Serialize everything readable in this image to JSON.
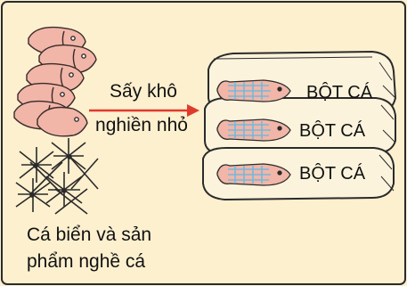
{
  "process": {
    "line1": "Sấy khô",
    "line2": "nghiền nhỏ"
  },
  "source": {
    "line1": "Cá biển và sản",
    "line2": "phẩm nghề cá"
  },
  "bags": [
    {
      "label": "BỘT CÁ"
    },
    {
      "label": "BỘT CÁ"
    },
    {
      "label": "BỘT CÁ"
    }
  ],
  "colors": {
    "background": "#fdf0cf",
    "border": "#2b2b2b",
    "arrow": "#e03a2c",
    "fish_body": "#f1b6a8",
    "bag_fill": "#fbf3dc",
    "fish_in_bag_blue": "#74b8dc"
  }
}
